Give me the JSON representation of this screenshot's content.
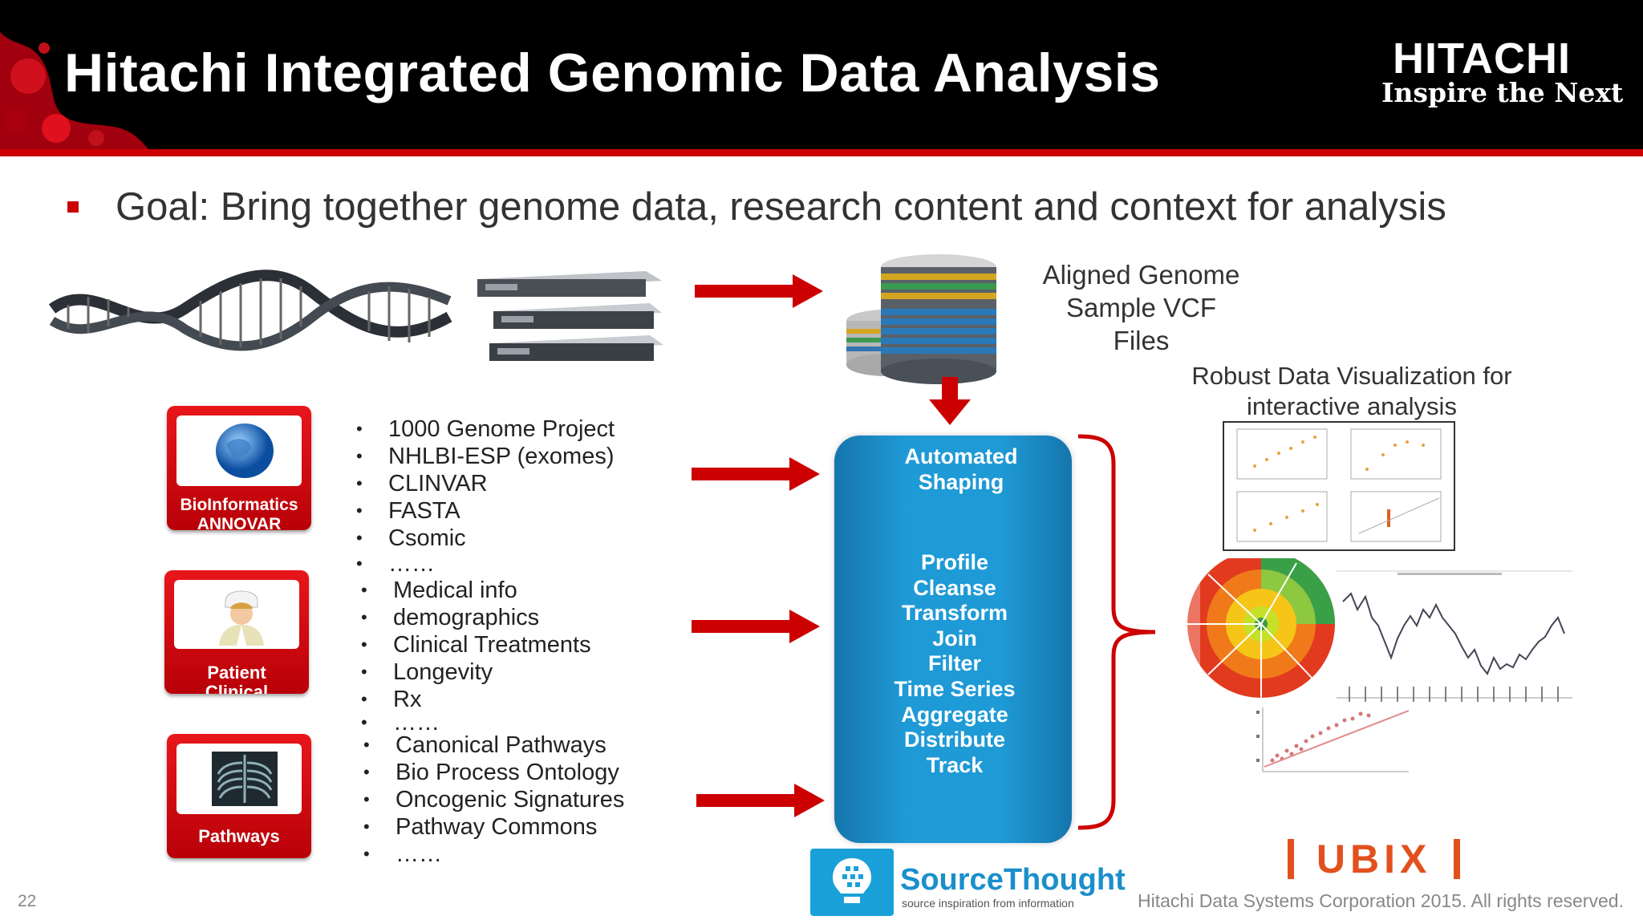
{
  "header": {
    "title": "Hitachi Integrated Genomic Data Analysis",
    "logo_main": "HITACHI",
    "logo_tagline": "Inspire the Next"
  },
  "goal": "Goal:  Bring together genome data, research content and context for analysis",
  "captions": {
    "aligned_genome": [
      "Aligned Genome",
      "Sample VCF",
      "Files"
    ],
    "robust_viz": [
      "Robust Data Visualization for",
      "interactive analysis"
    ]
  },
  "icons": {
    "bioinformatics": {
      "label1": "BioInformatics",
      "label2": "ANNOVAR"
    },
    "patient": {
      "label1": "Patient",
      "label2": "Clinical"
    },
    "pathways": {
      "label1": "Pathways"
    }
  },
  "lists": {
    "genome_sources": [
      "1000 Genome Project",
      "NHLBI-ESP (exomes)",
      "CLINVAR",
      "FASTA",
      "Csomic",
      "……"
    ],
    "patient_info": [
      "Medical info",
      "demographics",
      "Clinical Treatments",
      "Longevity",
      "Rx",
      "……"
    ],
    "pathway_sources": [
      "Canonical Pathways",
      "Bio Process Ontology",
      "Oncogenic Signatures",
      "Pathway Commons",
      "……"
    ]
  },
  "process": {
    "title": [
      "Automated",
      "Shaping"
    ],
    "steps": [
      "Profile",
      "Cleanse",
      "Transform",
      "Join",
      "Filter",
      "Time Series",
      "Aggregate",
      "Distribute",
      "Track"
    ]
  },
  "footer": {
    "page_number": "22",
    "copyright": "Hitachi Data Systems Corporation 2015. All rights reserved.",
    "sourcethought_name": "SourceThought",
    "sourcethought_tagline": "source inspiration from information",
    "ubix": "UBIX"
  },
  "colors": {
    "brand_red": "#cc0000",
    "process_blue": "#1e9ad6",
    "ubix_orange": "#e2501e"
  }
}
